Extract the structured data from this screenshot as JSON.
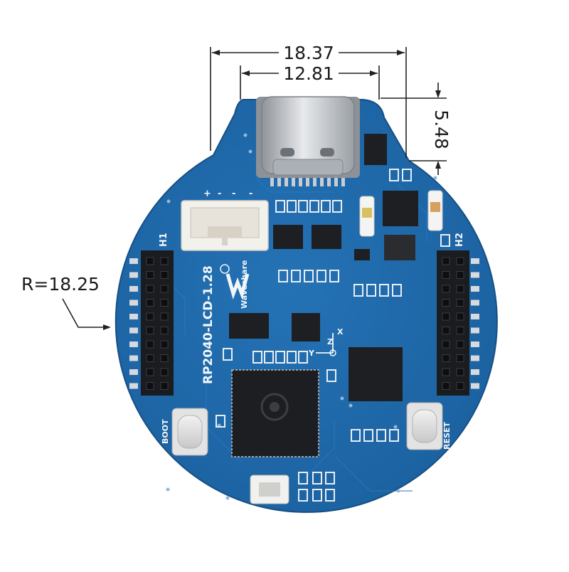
{
  "dimensions": {
    "outer_width": "18.37",
    "connector_width": "12.81",
    "protrusion_height": "5.48",
    "radius": "R=18.25"
  },
  "board": {
    "model": "RP2040-LCD-1.28",
    "brand": "Waveshare",
    "header_left": "H1",
    "header_right": "H2",
    "button_left": "BOOT",
    "button_right": "RESET",
    "connector_pins": [
      "+",
      "-",
      "-"
    ],
    "connector_pin_extra": "-",
    "axis_x": "X",
    "axis_y": "Y",
    "axis_z": "Z"
  },
  "colors": {
    "pcb": "#1f68a8",
    "pcb_dark": "#184f86",
    "chip": "#1d1f22",
    "silver": "#c9ccd0"
  }
}
